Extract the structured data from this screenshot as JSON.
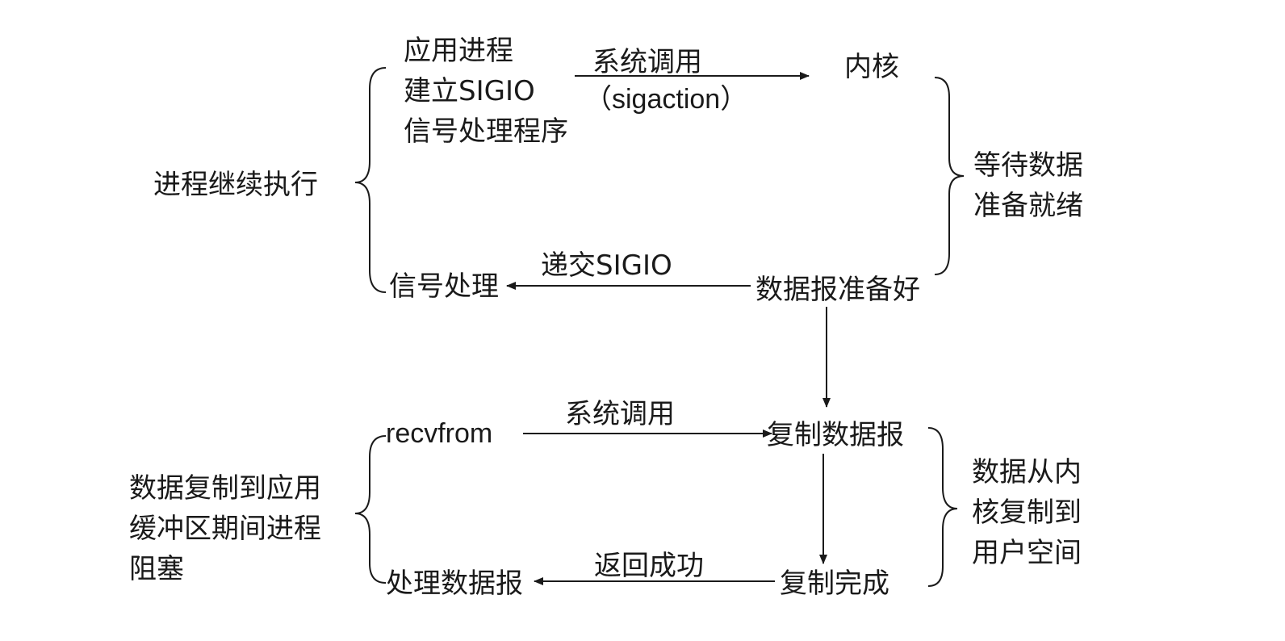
{
  "colors": {
    "ink": "#1a1a1a",
    "background": "#ffffff"
  },
  "phase1": {
    "app_setup_lines": [
      "应用进程",
      "建立SIGIO",
      "信号处理程序"
    ],
    "syscall_label": "系统调用",
    "syscall_name": "（sigaction）",
    "kernel": "内核",
    "process_continues": "进程继续执行",
    "wait_lines": [
      "等待数据",
      "准备就绪"
    ],
    "deliver_label": "递交SIGIO",
    "signal_handling": "信号处理",
    "datagram_ready": "数据报准备好"
  },
  "phase2": {
    "recvfrom": "recvfrom",
    "syscall_label": "系统调用",
    "copy_datagram": "复制数据报",
    "blocked_lines": [
      "数据复制到应用",
      "缓冲区期间进程",
      "阻塞"
    ],
    "copy_lines": [
      "数据从内",
      "核复制到",
      "用户空间"
    ],
    "return_label": "返回成功",
    "process_datagram": "处理数据报",
    "copy_done": "复制完成"
  }
}
